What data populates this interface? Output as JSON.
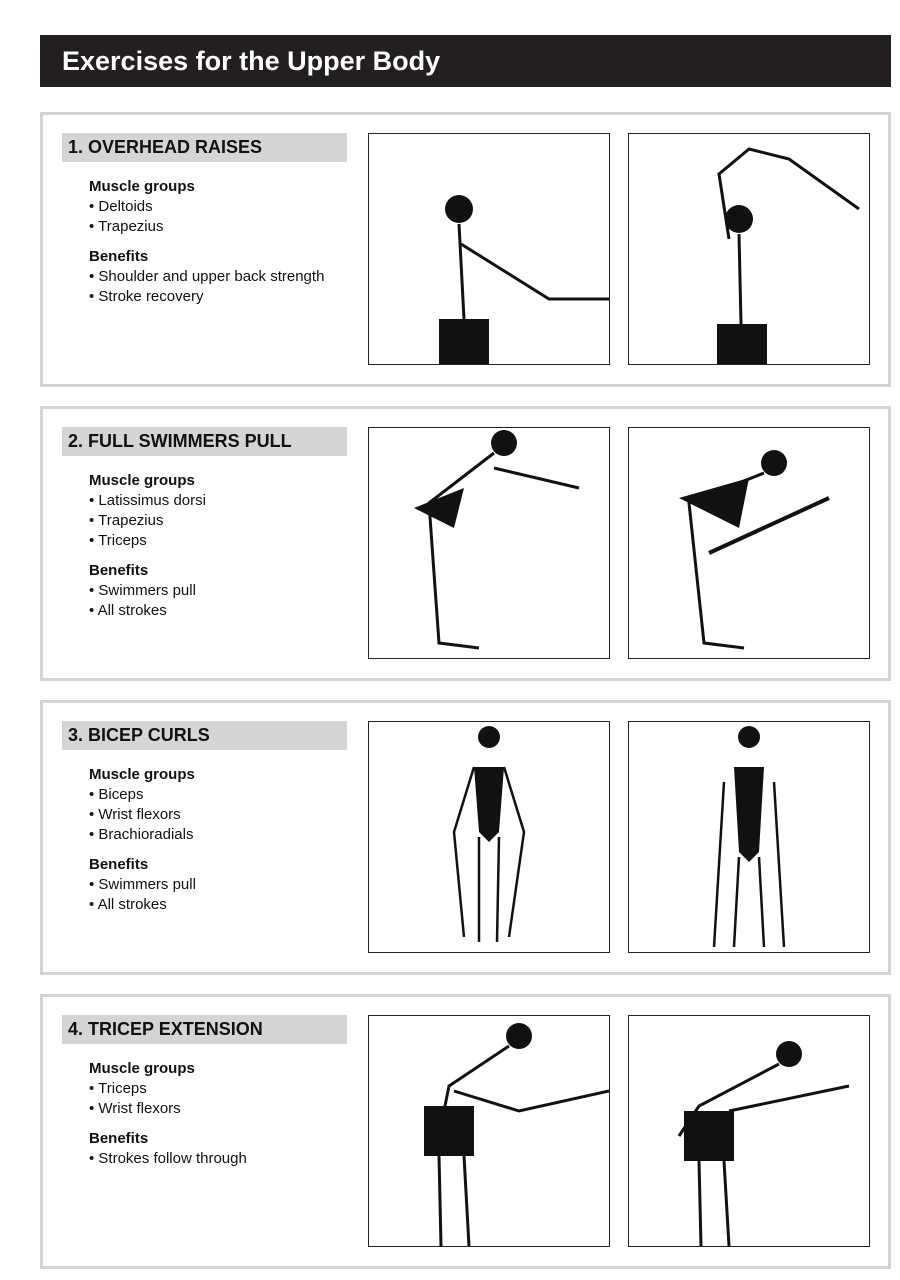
{
  "title": "Exercises for the Upper Body",
  "labels": {
    "muscle_groups": "Muscle groups",
    "benefits": "Benefits"
  },
  "exercises": [
    {
      "name": "1. OVERHEAD RAISES",
      "muscles": [
        "Deltoids",
        "Trapezius"
      ],
      "benefits": [
        "Shoulder and upper back strength",
        "Stroke recovery"
      ]
    },
    {
      "name": "2. FULL SWIMMERS PULL",
      "muscles": [
        "Latissimus dorsi",
        "Trapezius",
        "Triceps"
      ],
      "benefits": [
        "Swimmers pull",
        "All strokes"
      ]
    },
    {
      "name": "3. BICEP CURLS",
      "muscles": [
        "Biceps",
        "Wrist flexors",
        "Brachioradials"
      ],
      "benefits": [
        "Swimmers pull",
        "All strokes"
      ]
    },
    {
      "name": "4. TRICEP EXTENSION",
      "muscles": [
        "Triceps",
        "Wrist flexors"
      ],
      "benefits": [
        "Strokes follow through"
      ]
    }
  ]
}
